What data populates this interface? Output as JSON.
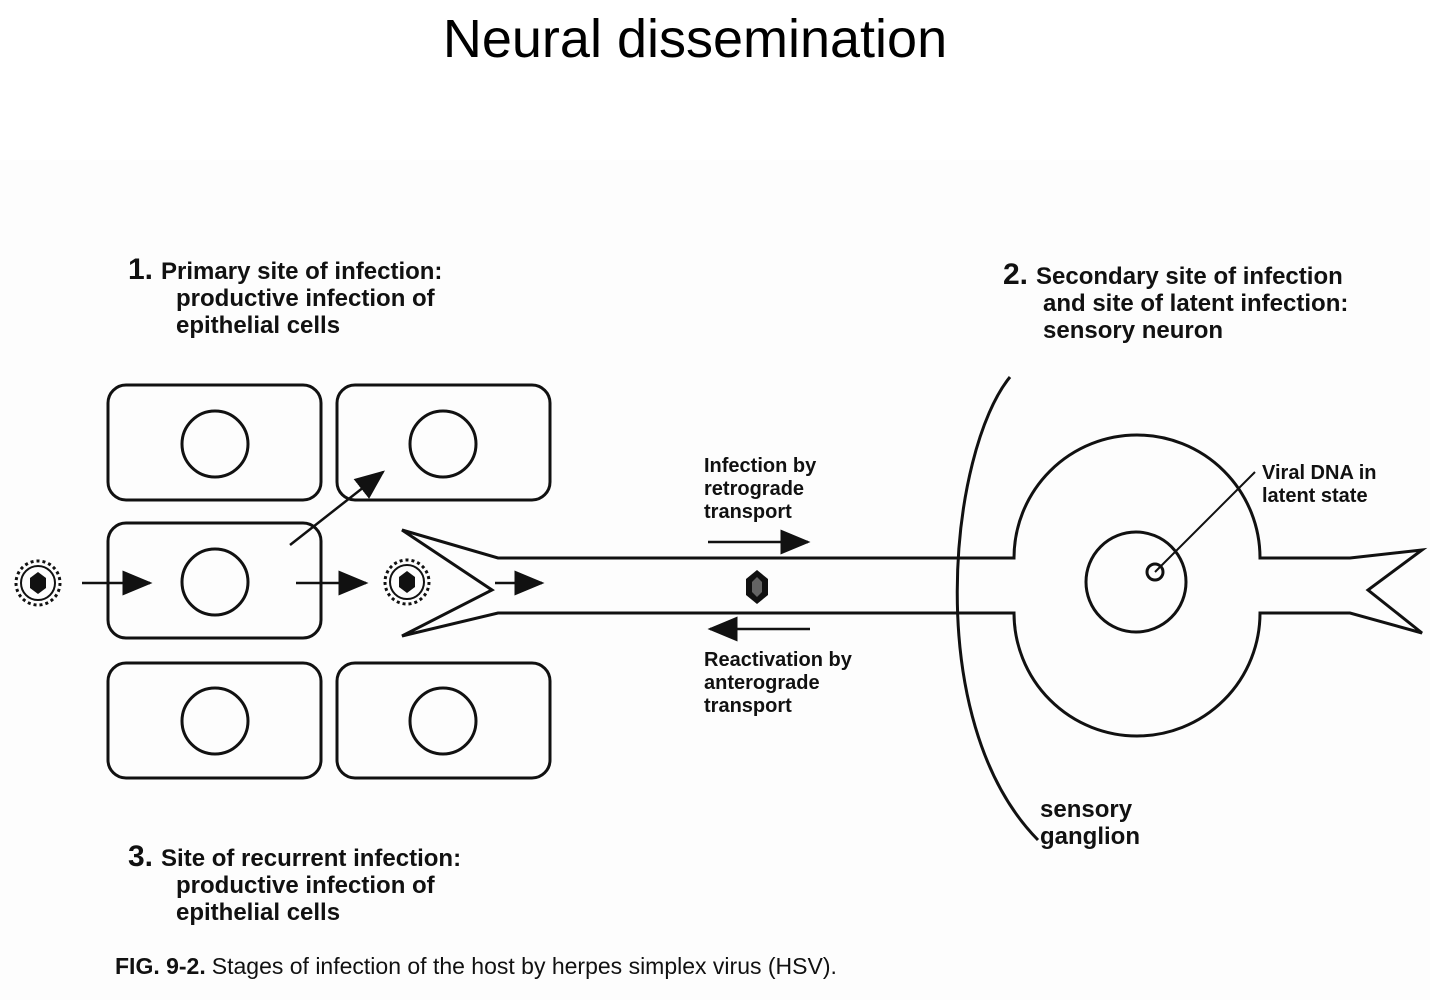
{
  "title": "Neural dissemination",
  "labels": {
    "site1": {
      "number": "1.",
      "line1": "Primary site of infection:",
      "line2": "productive infection of",
      "line3": "epithelial cells"
    },
    "site2": {
      "number": "2.",
      "line1": "Secondary site of infection",
      "line2": "and site of latent infection:",
      "line3": "sensory neuron"
    },
    "site3": {
      "number": "3.",
      "line1": "Site of recurrent infection:",
      "line2": "productive infection of",
      "line3": "epithelial cells"
    },
    "retrograde": {
      "line1": "Infection by",
      "line2": "retrograde",
      "line3": "transport"
    },
    "anterograde": {
      "line1": "Reactivation by",
      "line2": "anterograde",
      "line3": "transport"
    },
    "viral_dna": {
      "line1": "Viral DNA in",
      "line2": "latent state"
    },
    "ganglion": {
      "line1": "sensory",
      "line2": "ganglion"
    }
  },
  "caption": {
    "fig": "FIG. 9-2.",
    "text": "Stages of infection of the host by herpes simplex virus (HSV)."
  }
}
